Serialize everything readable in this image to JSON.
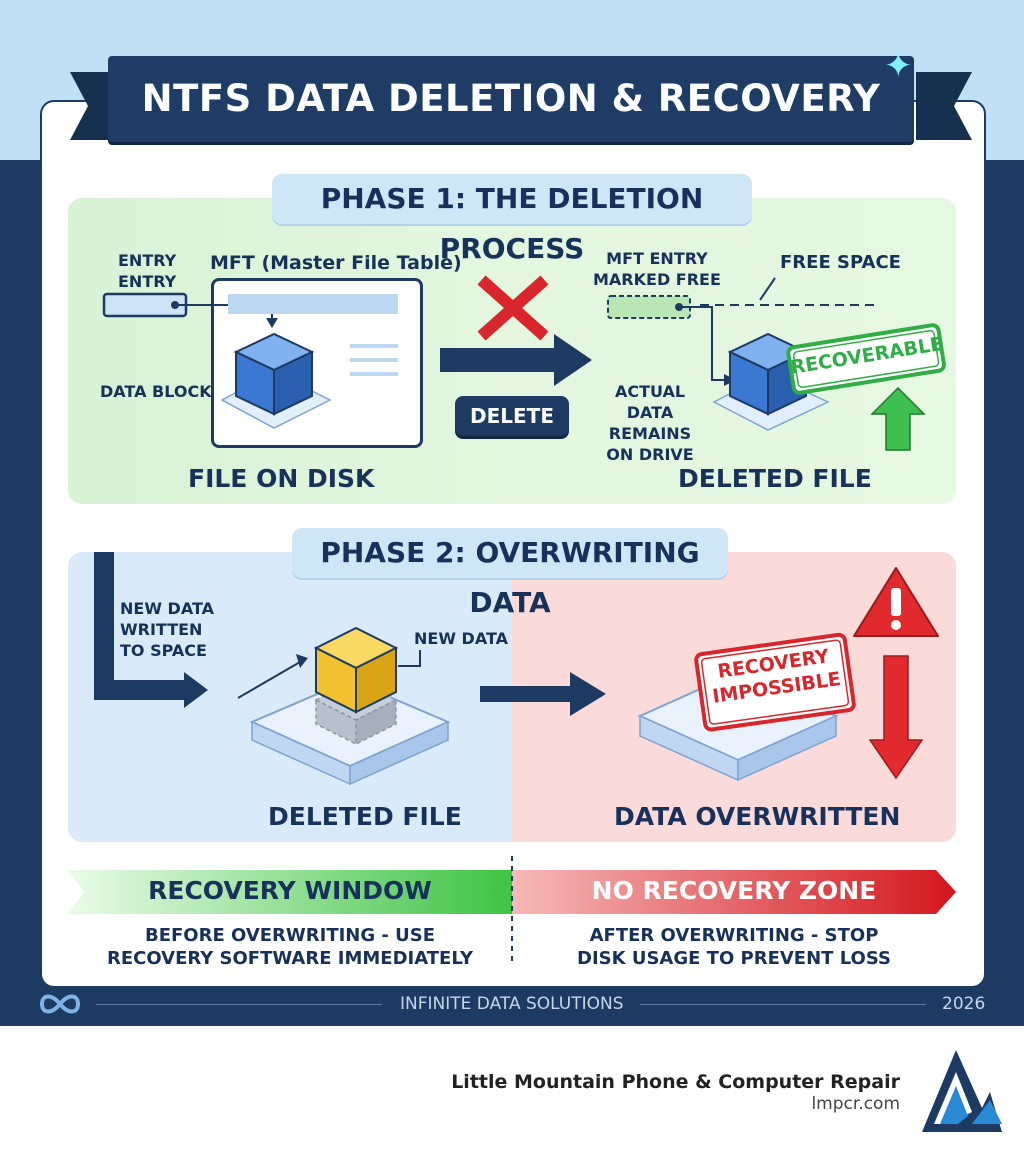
{
  "title": "NTFS DATA DELETION & RECOVERY PROCESS",
  "phase1": {
    "heading": "PHASE 1: THE DELETION PROCESS",
    "entry_line1": "ENTRY",
    "entry_line2": "ENTRY",
    "mft_label": "MFT (Master File Table)",
    "data_block_label": "DATA BLOCK",
    "file_on_disk": "FILE ON DISK",
    "delete_button": "DELETE",
    "mft_entry_label_1": "MFT ENTRY",
    "mft_entry_label_2": "MARKED FREE",
    "free_space_label": "FREE SPACE",
    "actual_data_1": "ACTUAL DATA",
    "actual_data_2": "REMAINS",
    "actual_data_3": "ON DRIVE",
    "recoverable_stamp": "RECOVERABLE",
    "deleted_file": "DELETED FILE"
  },
  "phase2": {
    "heading": "PHASE 2: OVERWRITING DATA",
    "new_data_written_1": "NEW DATA",
    "new_data_written_2": "WRITTEN",
    "new_data_written_3": "TO SPACE",
    "new_data_label": "NEW DATA",
    "deleted_file": "DELETED FILE",
    "recovery_impossible_1": "RECOVERY",
    "recovery_impossible_2": "IMPOSSIBLE",
    "data_overwritten": "DATA OVERWRITTEN"
  },
  "zones": {
    "recovery_window": "RECOVERY WINDOW",
    "recovery_window_note_1": "BEFORE OVERWRITING - USE",
    "recovery_window_note_2": "RECOVERY SOFTWARE IMMEDIATELY",
    "no_recovery_zone": "NO RECOVERY ZONE",
    "no_recovery_note_1": "AFTER OVERWRITING - STOP",
    "no_recovery_note_2": "DISK USAGE TO PREVENT LOSS"
  },
  "footer": {
    "company": "INFINITE DATA SOLUTIONS",
    "year": "2026"
  },
  "brand": {
    "name": "Little Mountain Phone & Computer Repair",
    "url": "lmpcr.com"
  },
  "colors": {
    "navy": "#1d3a63",
    "green": "#2fae44",
    "red": "#d9262c",
    "blue_cube": "#3f7fd6",
    "yellow_cube": "#f2c230"
  }
}
